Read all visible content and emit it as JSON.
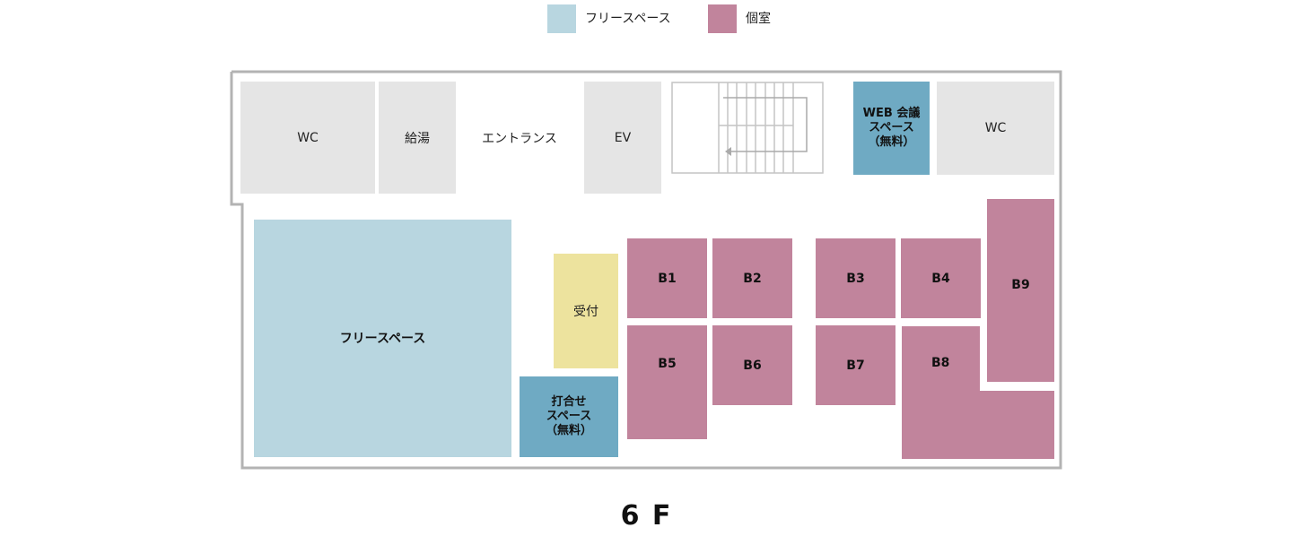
{
  "legend": [
    {
      "label": "フリースペース",
      "color": "#b8d6e0"
    },
    {
      "label": "個室",
      "color": "#c1849c"
    }
  ],
  "rooms": {
    "wc_left": "WC",
    "kitchen": "給湯",
    "entrance": "エントランス",
    "ev": "EV",
    "web_meeting": [
      "WEB 会議",
      "スペース",
      "（無料）"
    ],
    "wc_right": "WC",
    "free_space": "フリースペース",
    "reception": "受付",
    "meeting": [
      "打合せ",
      "スペース",
      "（無料）"
    ],
    "private": [
      "B1",
      "B2",
      "B3",
      "B4",
      "B5",
      "B6",
      "B7",
      "B8",
      "B9"
    ]
  },
  "floor": "6 F",
  "colors": {
    "free": "#b8d6e0",
    "private": "#c1849c",
    "meeting": "#6faac3",
    "reception": "#ede39e",
    "facility": "#e5e5e5",
    "wall": "#b3b3b3"
  }
}
